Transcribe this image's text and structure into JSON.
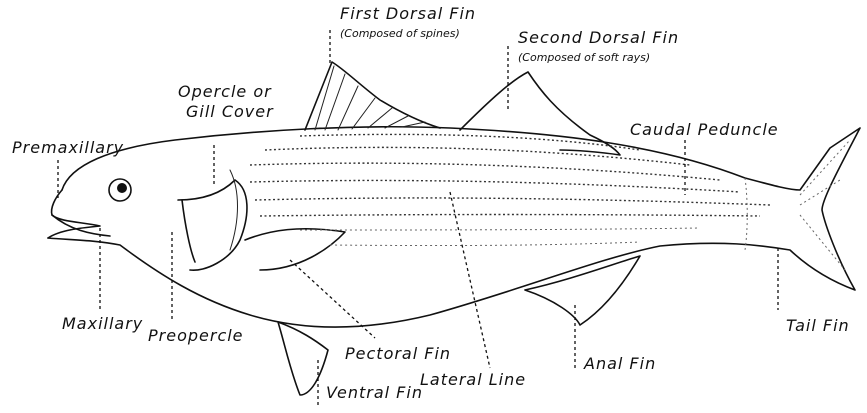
{
  "labels": {
    "first_dorsal_fin": "First Dorsal Fin",
    "first_dorsal_fin_note": "(Composed of spines)",
    "second_dorsal_fin": "Second Dorsal Fin",
    "second_dorsal_fin_note": "(Composed of soft rays)",
    "opercle_line1": "Opercle or",
    "opercle_line2": "Gill Cover",
    "premaxillary": "Premaxillary",
    "caudal_peduncle": "Caudal Peduncle",
    "maxillary": "Maxillary",
    "preopercle": "Preopercle",
    "pectoral_fin": "Pectoral Fin",
    "lateral_line": "Lateral Line",
    "anal_fin": "Anal Fin",
    "tail_fin": "Tail Fin",
    "ventral_fin": "Ventral Fin"
  }
}
